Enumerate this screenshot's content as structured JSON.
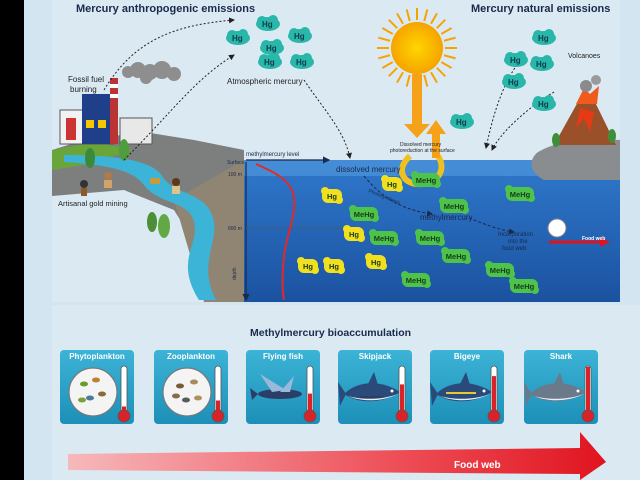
{
  "headings": {
    "anthropogenic": "Mercury anthropogenic emissions",
    "natural": "Mercury natural emissions",
    "bioaccumulation": "Methylmercury bioaccumulation"
  },
  "labels": {
    "fossil_fuel": [
      "Fossil fuel",
      "burning"
    ],
    "atmospheric": "Atmospheric mercury",
    "volcanoes": "Volcanoes",
    "artisanal": "Artisanal gold mining",
    "dissolved_photo": [
      "Dissolved mercury",
      "photoreduction at the surface"
    ],
    "methylmercury_level": "methylmercury level",
    "surface": "Surface",
    "depth_100": "100 m",
    "depth_600": "600 m",
    "depth_axis": "depth",
    "dissolved_mercury": "dissolved mercury",
    "photosynthesis": "Photosynthesis",
    "methylmercury": "methylmercury",
    "incorporation": [
      "Incorporation",
      "into the",
      "food web"
    ],
    "food_web_small": "Food web",
    "hg": "Hg",
    "mehg": "MeHg"
  },
  "organisms": [
    "Phytoplankton",
    "Zooplankton",
    "Flying fish",
    "Skipjack",
    "Bigeye",
    "Shark"
  ],
  "thermometer_levels": [
    0.12,
    0.25,
    0.4,
    0.6,
    0.78,
    0.98
  ],
  "food_web_label": "Food web",
  "colors": {
    "sky": "#d3e5f1",
    "ocean_top": "#2e73c6",
    "ocean_bottom": "#1e5aa8",
    "hg_cloud": "#28b7a8",
    "mehg_blob": "#4ec34c",
    "hg_blob": "#f0e020",
    "card": "#2aa6c9",
    "thermo_red": "#d9232a",
    "food_arrow": "#e5202b"
  }
}
